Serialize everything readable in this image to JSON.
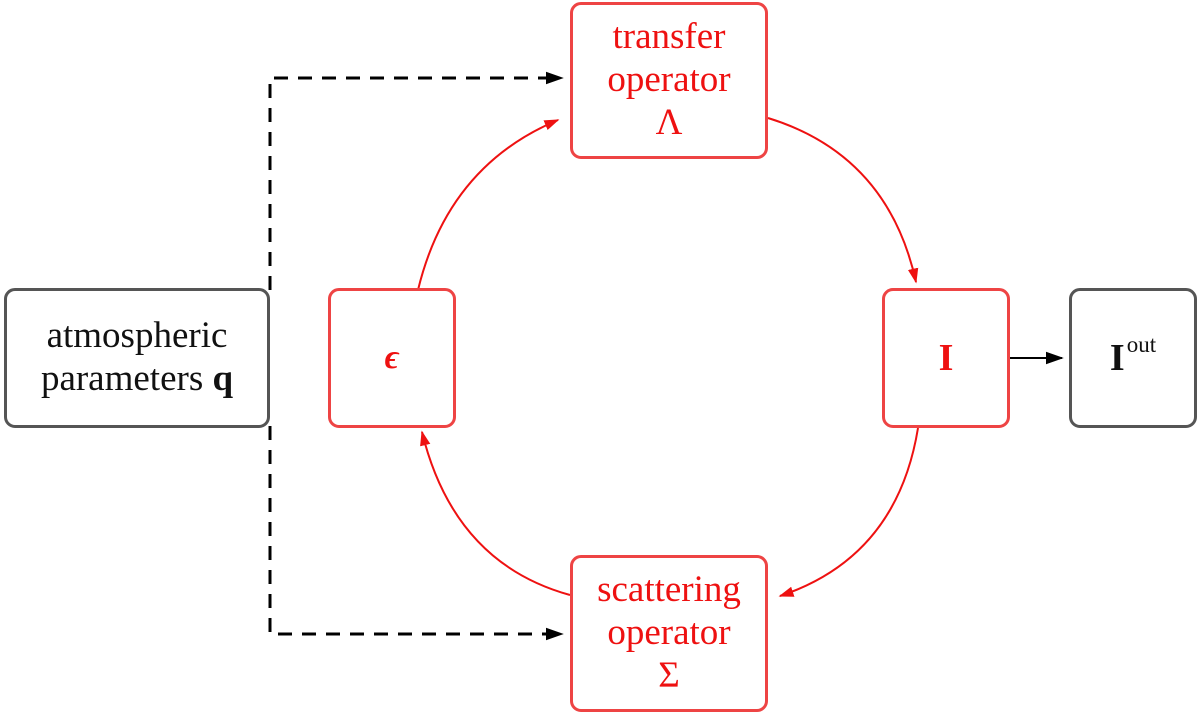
{
  "nodes": {
    "params": {
      "line1": "atmospheric",
      "line2_text": "parameters",
      "line2_symbol": "q"
    },
    "transfer": {
      "line1": "transfer",
      "line2": "operator",
      "symbol": "Λ"
    },
    "scattering": {
      "line1": "scattering",
      "line2": "operator",
      "symbol": "Σ"
    },
    "epsilon": {
      "symbol": "ϵ"
    },
    "intensity": {
      "symbol": "I"
    },
    "output": {
      "symbol": "I",
      "superscript": "out"
    }
  },
  "colors": {
    "loop": "#ee1111",
    "loop_border": "#ee4444",
    "neutral_border": "#555555",
    "arrow": "#000000"
  }
}
